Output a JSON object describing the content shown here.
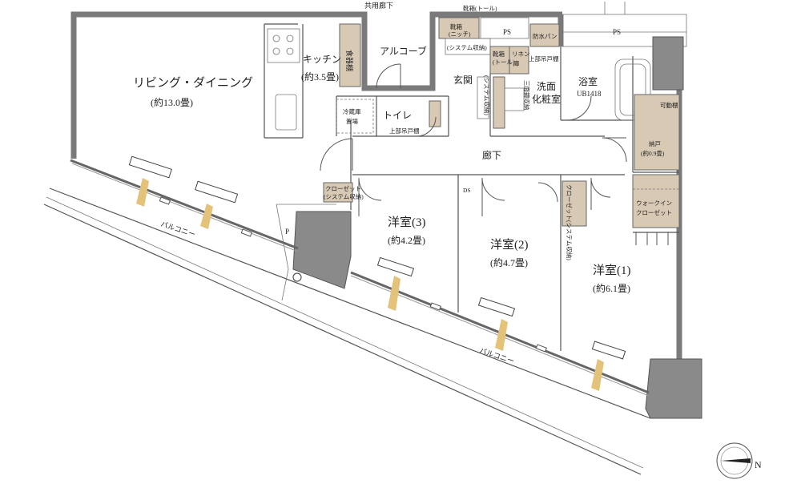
{
  "rooms": {
    "living_dining": {
      "name": "リビング・ダイニング",
      "size": "(約13.0畳)"
    },
    "kitchen": {
      "name": "キッチン",
      "size": "(約3.5畳)"
    },
    "pantry": "食器棚",
    "fridge": {
      "line1": "冷蔵庫",
      "line2": "置場"
    },
    "toilet": "トイレ",
    "toilet_cabinet": "上部吊戸棚",
    "alcove": "アルコーブ",
    "common_corridor": "共用廊下",
    "entrance": "玄関",
    "shoe_storage_tall": "靴箱(トール)",
    "shoe_storage_niche": {
      "line1": "靴箱",
      "line2": "(ニッチ)"
    },
    "system_storage": "(システム収納)",
    "system_storage_vertical": "(システム収納)",
    "ps_1": "PS",
    "ps_2": "PS",
    "waterproof_pan": "防水パン",
    "shoe_tall_small": {
      "line1": "靴箱",
      "line2": "(トール)"
    },
    "linen": {
      "line1": "リネン",
      "line2": "庫"
    },
    "upper_cabinet": "上部吊戸棚",
    "three_mirror": "三面鏡収納",
    "washroom": {
      "line1": "洗面",
      "line2": "化粧室"
    },
    "bath": {
      "name": "浴室",
      "model": "UB1418"
    },
    "movable_shelf": "可動棚",
    "closet_storage": {
      "name": "納戸",
      "size": "(約0.9畳)"
    },
    "walkin": {
      "line1": "ウォークイン",
      "line2": "クローゼット"
    },
    "hallway": "廊下",
    "ds": "DS",
    "closet_a": {
      "line1": "クローゼット",
      "line2": "(システム収納)"
    },
    "closet_b": "クローゼット(システム収納)",
    "room3": {
      "name": "洋室(3)",
      "size": "(約4.2畳)"
    },
    "room2": {
      "name": "洋室(2)",
      "size": "(約4.7畳)"
    },
    "room1": {
      "name": "洋室(1)",
      "size": "(約6.1畳)"
    },
    "balcony_1": "バルコニー",
    "balcony_2": "バルコニー",
    "p_mark": "P"
  },
  "compass": {
    "letter": "N"
  }
}
